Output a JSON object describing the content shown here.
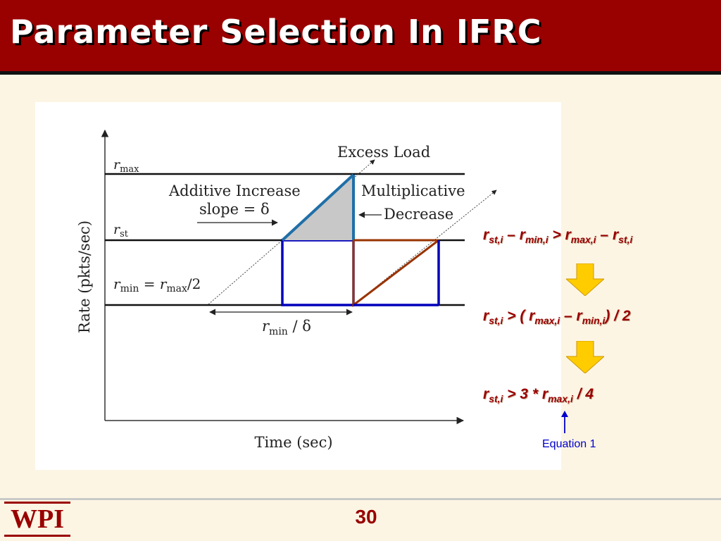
{
  "slide": {
    "title": "Parameter Selection In IFRC",
    "page_number": "30",
    "logo_text": "WPI"
  },
  "diagram": {
    "y_axis_label": "Rate (pkts/sec)",
    "x_axis_label": "Time (sec)",
    "level_rmax": {
      "base": "r",
      "sub": "max"
    },
    "level_rst": {
      "base": "r",
      "sub": "st"
    },
    "level_rmin": {
      "base": "r",
      "sub": "min",
      "mid": " = ",
      "rhs_base": "r",
      "rhs_sub": "max",
      "rhs_tail": "/2"
    },
    "excess_load": "Excess Load",
    "additive_increase": "Additive Increase",
    "slope": "slope = δ",
    "multiplicative": "Multiplicative",
    "decrease": "Decrease",
    "interval": {
      "base": "r",
      "sub": "min",
      "tail": " / δ"
    }
  },
  "equations": {
    "eq1": {
      "a": "r",
      "a_sub": "st,i",
      "op1": " – ",
      "b": "r",
      "b_sub": "min,i",
      "op2": " > ",
      "c": "r",
      "c_sub": "max,i",
      "op3": " – ",
      "d": "r",
      "d_sub": "st,i"
    },
    "eq2": {
      "a": "r",
      "a_sub": "st,i",
      "op1": " > ( ",
      "b": "r",
      "b_sub": "max,i",
      "op2": " – ",
      "c": "r",
      "c_sub": "min,i",
      "tail": ") / 2"
    },
    "eq3": {
      "a": "r",
      "a_sub": "st,i",
      "op1": " > 3 * ",
      "b": "r",
      "b_sub": "max,i",
      "tail": " / 4"
    },
    "label": "Equation 1"
  },
  "colors": {
    "title_bar": "#990000",
    "background": "#fdf5e4",
    "equation_text": "#990000",
    "arrow_fill": "#ffcc00",
    "label_blue": "#0000cc",
    "ai_line": "#1f6fa8",
    "rect_blue": "#0000bb",
    "md_brown": "#993300"
  }
}
